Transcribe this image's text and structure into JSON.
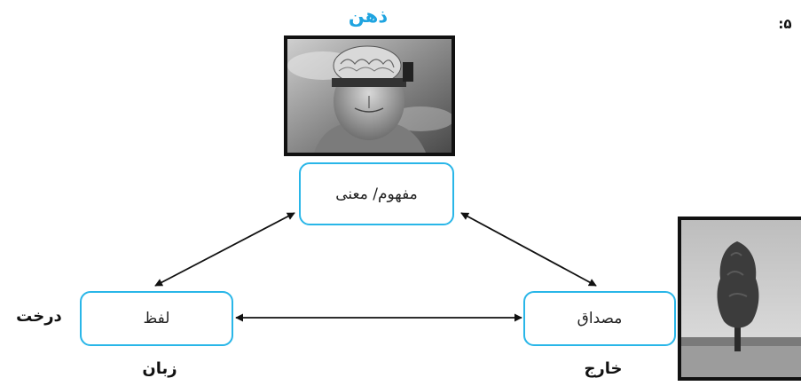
{
  "header": {
    "mind_label": "ذهن",
    "corner_number": ":۵"
  },
  "nodes": {
    "concept": "مفهوم/ معنی",
    "word": "لفظ",
    "referent": "مصداق"
  },
  "labels": {
    "tree": "درخت",
    "language": "زبان",
    "external": "خارج"
  },
  "images": {
    "head": "head-with-brain-illustration",
    "tree": "tree-photograph"
  },
  "colors": {
    "accent": "#1fa4e0",
    "box_border": "#29b6e8",
    "arrow": "#111111"
  }
}
